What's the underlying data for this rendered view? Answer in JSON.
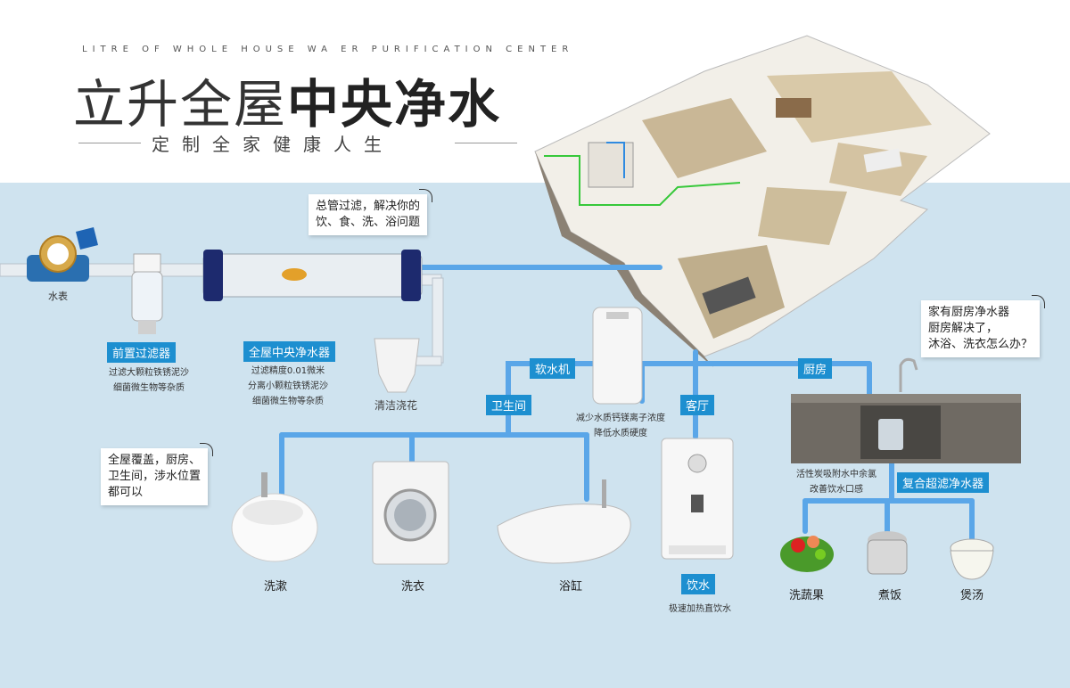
{
  "header": {
    "subtitle_en": "LITRE OF WHOLE HOUSE WA ER PURIFICATION CENTER",
    "title_light": "立升全屋",
    "title_bold": "中央净水",
    "tagline": "定制全家健康人生"
  },
  "callouts": {
    "main_pipe": [
      "总管过滤，解决你的",
      "饮、食、洗、浴问题"
    ],
    "kitchen": [
      "家有厨房净水器",
      "厨房解决了，",
      "沐浴、洗衣怎么办？"
    ],
    "coverage": [
      "全屋覆盖，厨房、",
      "卫生间，涉水位置",
      "都可以"
    ]
  },
  "devices": {
    "meter": "水表",
    "prefilter": {
      "tag": "前置过滤器",
      "desc": [
        "过滤大颗粒铁锈泥沙",
        "细菌微生物等杂质"
      ]
    },
    "central": {
      "tag": "全屋中央净水器",
      "desc": [
        "过滤精度0.01微米",
        "分离小颗粒铁锈泥沙",
        "细菌微生物等杂质"
      ]
    },
    "mop_sink": "清洁浇花",
    "softener": {
      "tag": "软水机",
      "desc": [
        "减少水质钙镁离子浓度",
        "降低水质硬度"
      ]
    },
    "bathroom_tag": "卫生间",
    "living_tag": "客厅",
    "kitchen_tag": "厨房",
    "composite": {
      "tag": "复合超滤净水器",
      "desc": [
        "活性炭吸附水中余氯",
        "改善饮水口感"
      ]
    },
    "drinking": {
      "tag": "饮水",
      "desc": "极速加热直饮水"
    }
  },
  "outlets": {
    "washbasin": "洗漱",
    "washer": "洗衣",
    "bathtub": "浴缸",
    "veggie": "洗蔬果",
    "rice": "煮饭",
    "soup": "煲汤"
  },
  "colors": {
    "pipe": "#5aa6e8",
    "tag": "#1d8fd0",
    "background": "#cfe3ef"
  }
}
